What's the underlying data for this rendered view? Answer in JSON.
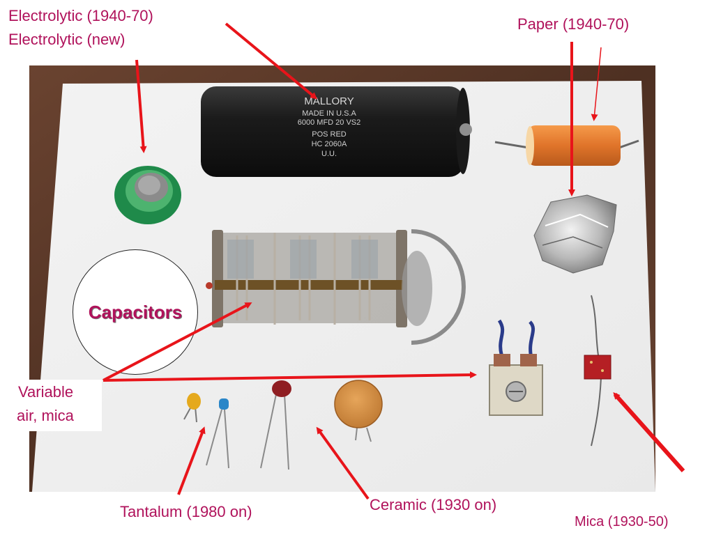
{
  "labels": {
    "electrolytic_old": "Electrolytic  (1940-70)",
    "electrolytic_new": "Electrolytic (new)",
    "paper": "Paper (1940-70)",
    "title": "Capacitors",
    "variable_line1": "Variable",
    "variable_line2": "air, mica",
    "tantalum": "Tantalum (1980 on)",
    "ceramic": "Ceramic (1930 on)",
    "mica": "Mica (1930-50)"
  },
  "can_capacitor_text": {
    "brand": "MALLORY",
    "line1": "MADE IN U.S.A",
    "line2": "6000 MFD 20 VS2",
    "line3": "POS RED",
    "line4": "HC 2060A",
    "line5": "U.U."
  },
  "colors": {
    "label": "#b0125b",
    "arrow": "#e8141a",
    "board": "#f1f1f1",
    "table": "#5b3a2a"
  }
}
